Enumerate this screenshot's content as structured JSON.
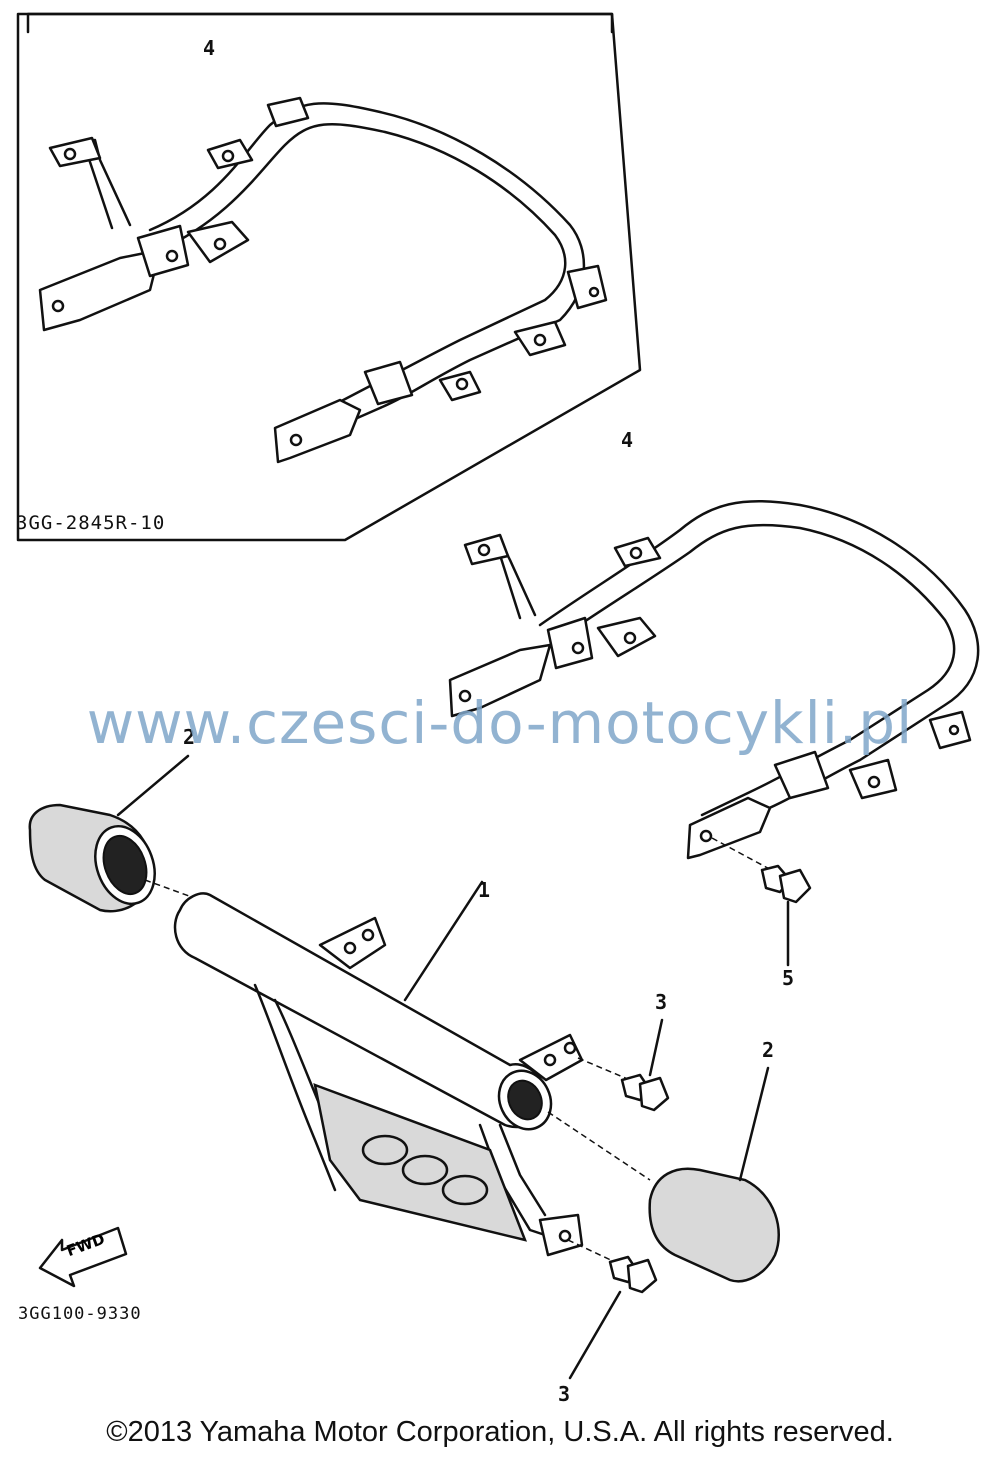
{
  "diagram": {
    "inset_code": "3GG-2845R-10",
    "main_code": "3GG100-9330",
    "fwd_label": "FWD",
    "watermark": "www.czesci-do-motocykli.pl",
    "copyright": "©2013 Yamaha Motor Corporation, U.S.A. All rights reserved.",
    "callouts": {
      "inset_part_4": "4",
      "part_4": "4",
      "part_2_left": "2",
      "part_1": "1",
      "part_3_upper": "3",
      "part_2_right": "2",
      "part_5": "5",
      "part_3_lower": "3"
    }
  }
}
